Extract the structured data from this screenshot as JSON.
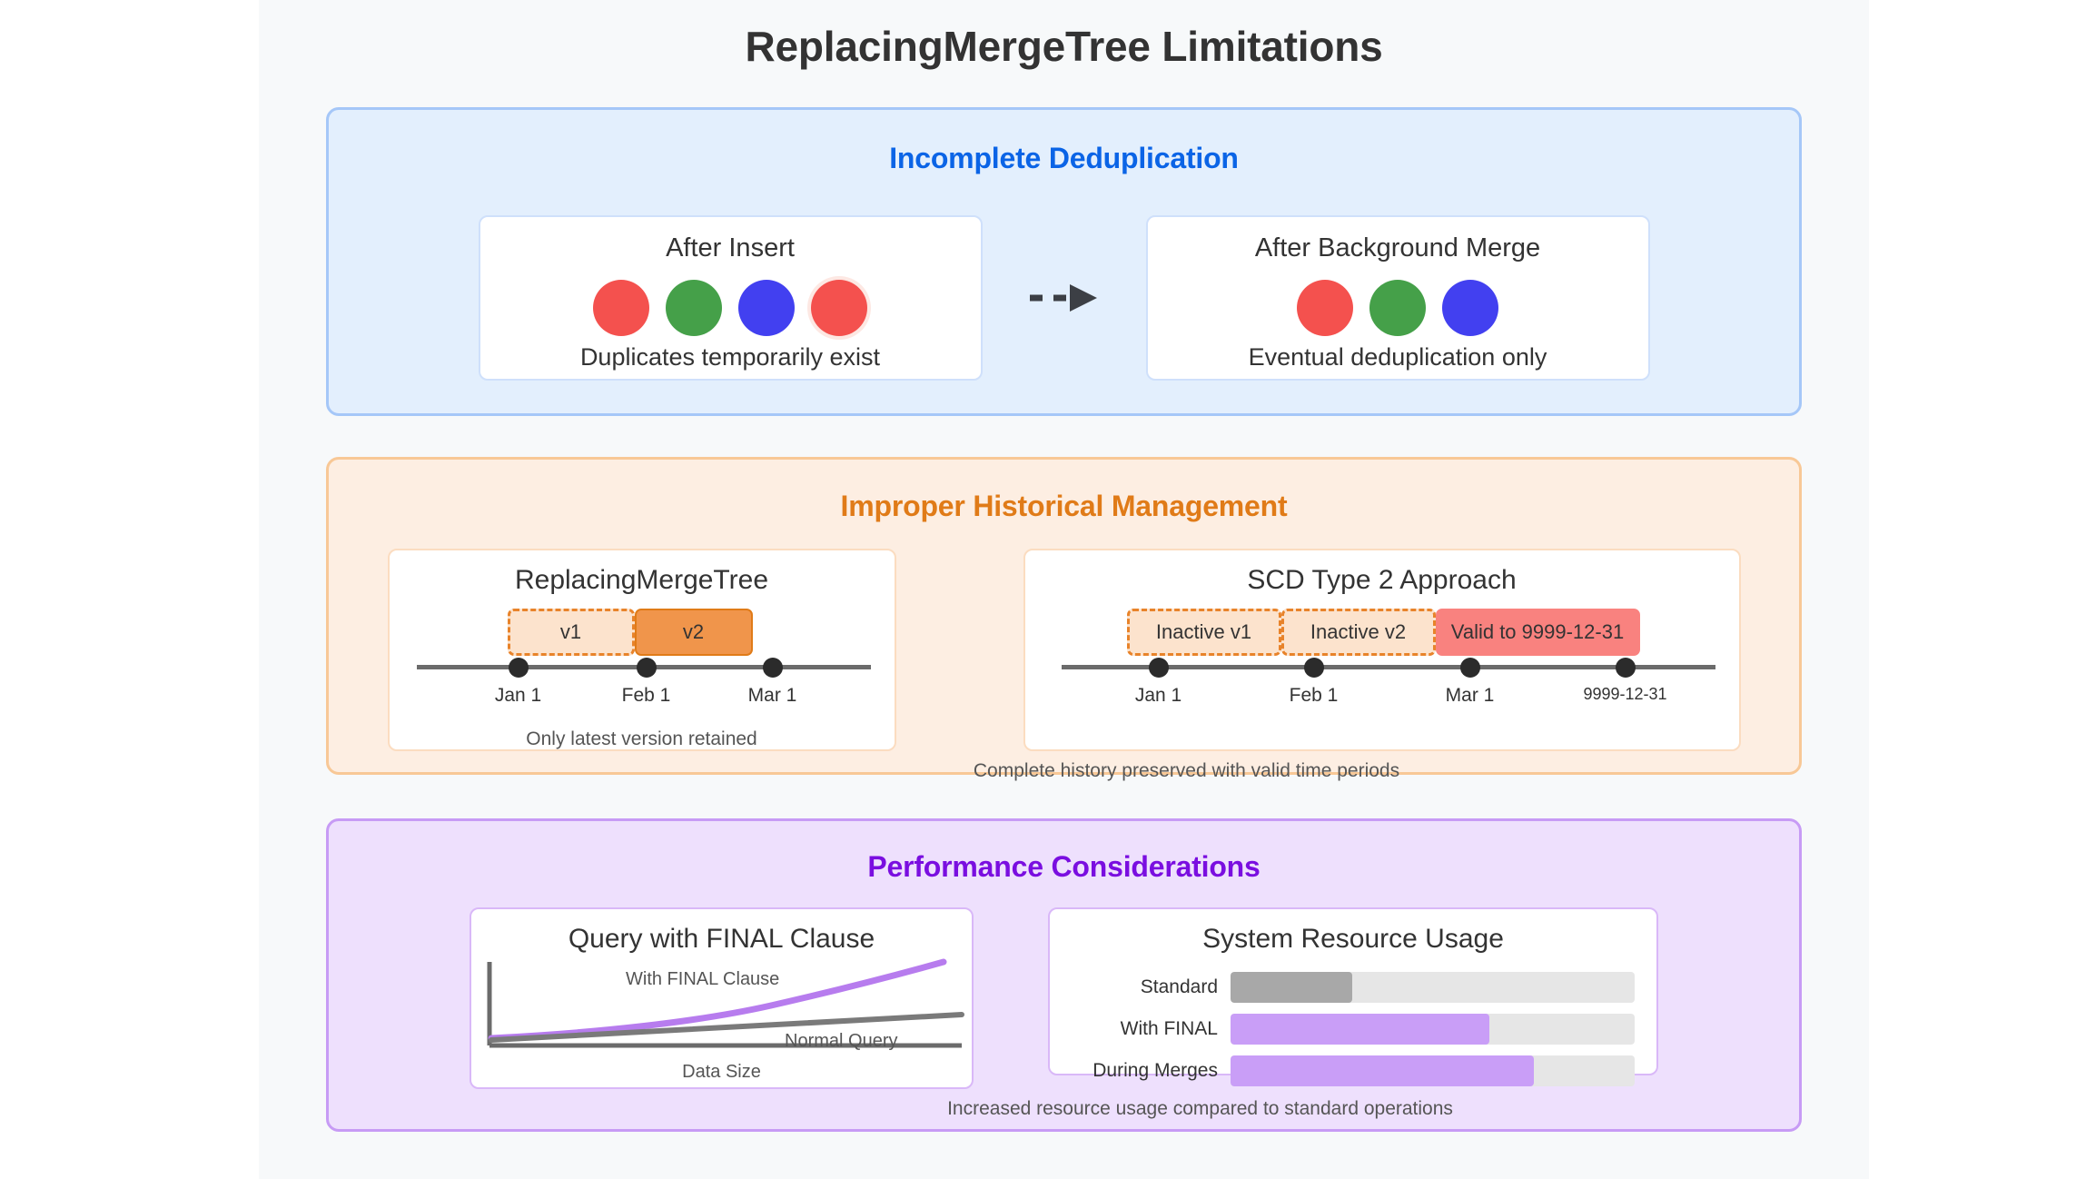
{
  "page": {
    "title": "ReplacingMergeTree Limitations",
    "background": "#f7f9fa"
  },
  "sections": {
    "dedup": {
      "title": "Incomplete Deduplication",
      "accent": "#0b64e6",
      "background": "#e3effd",
      "border": "#a5c7f8",
      "arrow": "dashed-arrow-right",
      "cards": [
        {
          "title": "After Insert",
          "caption": "Duplicates temporarily exist",
          "circles": [
            {
              "color": "#f4514e",
              "name": "red",
              "duplicate": false
            },
            {
              "color": "#45a049",
              "name": "green",
              "duplicate": false
            },
            {
              "color": "#4240f0",
              "name": "blue",
              "duplicate": false
            },
            {
              "color": "#f4514e",
              "name": "red",
              "duplicate": true
            }
          ]
        },
        {
          "title": "After Background Merge",
          "caption": "Eventual deduplication only",
          "circles": [
            {
              "color": "#f4514e",
              "name": "red",
              "duplicate": false
            },
            {
              "color": "#45a049",
              "name": "green",
              "duplicate": false
            },
            {
              "color": "#4240f0",
              "name": "blue",
              "duplicate": false
            }
          ]
        }
      ]
    },
    "history": {
      "title": "Improper Historical Management",
      "accent": "#e07b18",
      "background": "#fdeee2",
      "border": "#f8c896",
      "rmt": {
        "title": "ReplacingMergeTree",
        "note": "Only latest version retained",
        "ticks": [
          "Jan 1",
          "Feb 1",
          "Mar 1"
        ],
        "boxes": [
          {
            "label": "v1",
            "state": "inactive"
          },
          {
            "label": "v2",
            "state": "active"
          }
        ]
      },
      "scd": {
        "title": "SCD Type 2 Approach",
        "note": "Complete history preserved with valid time periods",
        "ticks": [
          "Jan 1",
          "Feb 1",
          "Mar 1",
          "9999-12-31"
        ],
        "boxes": [
          {
            "label": "Inactive v1",
            "state": "inactive"
          },
          {
            "label": "Inactive v2",
            "state": "inactive"
          },
          {
            "label": "Valid to 9999-12-31",
            "state": "valid"
          }
        ]
      }
    },
    "performance": {
      "title": "Performance Considerations",
      "accent": "#7a0ee0",
      "background": "#eee0fd",
      "border": "#c79bf5",
      "note": "Increased resource usage compared to standard operations",
      "final_chart": {
        "title": "Query with FINAL Clause",
        "series_final_label": "With FINAL Clause",
        "series_normal_label": "Normal Query",
        "xlabel": "Data Size"
      },
      "resource_chart": {
        "title": "System Resource Usage"
      }
    }
  },
  "chart_data": [
    {
      "type": "line",
      "title": "Query with FINAL Clause",
      "xlabel": "Data Size",
      "ylabel": "",
      "grid": false,
      "legend": "inline-annotations",
      "x": [
        0,
        0.2,
        0.4,
        0.6,
        0.8,
        1.0
      ],
      "series": [
        {
          "name": "With FINAL Clause",
          "color": "#b77cee",
          "values": [
            0.03,
            0.11,
            0.22,
            0.37,
            0.62,
            0.95
          ]
        },
        {
          "name": "Normal Query",
          "color": "#7a7a7a",
          "values": [
            0.02,
            0.08,
            0.15,
            0.22,
            0.3,
            0.38
          ]
        }
      ]
    },
    {
      "type": "bar",
      "title": "System Resource Usage",
      "orientation": "horizontal",
      "xlabel": "",
      "ylabel": "",
      "xlim": [
        0,
        100
      ],
      "categories": [
        "Standard",
        "With FINAL",
        "During Merges"
      ],
      "values": [
        30,
        64,
        75
      ],
      "colors": [
        "#a8a8a8",
        "#c99ef7",
        "#c99ef7"
      ]
    }
  ]
}
